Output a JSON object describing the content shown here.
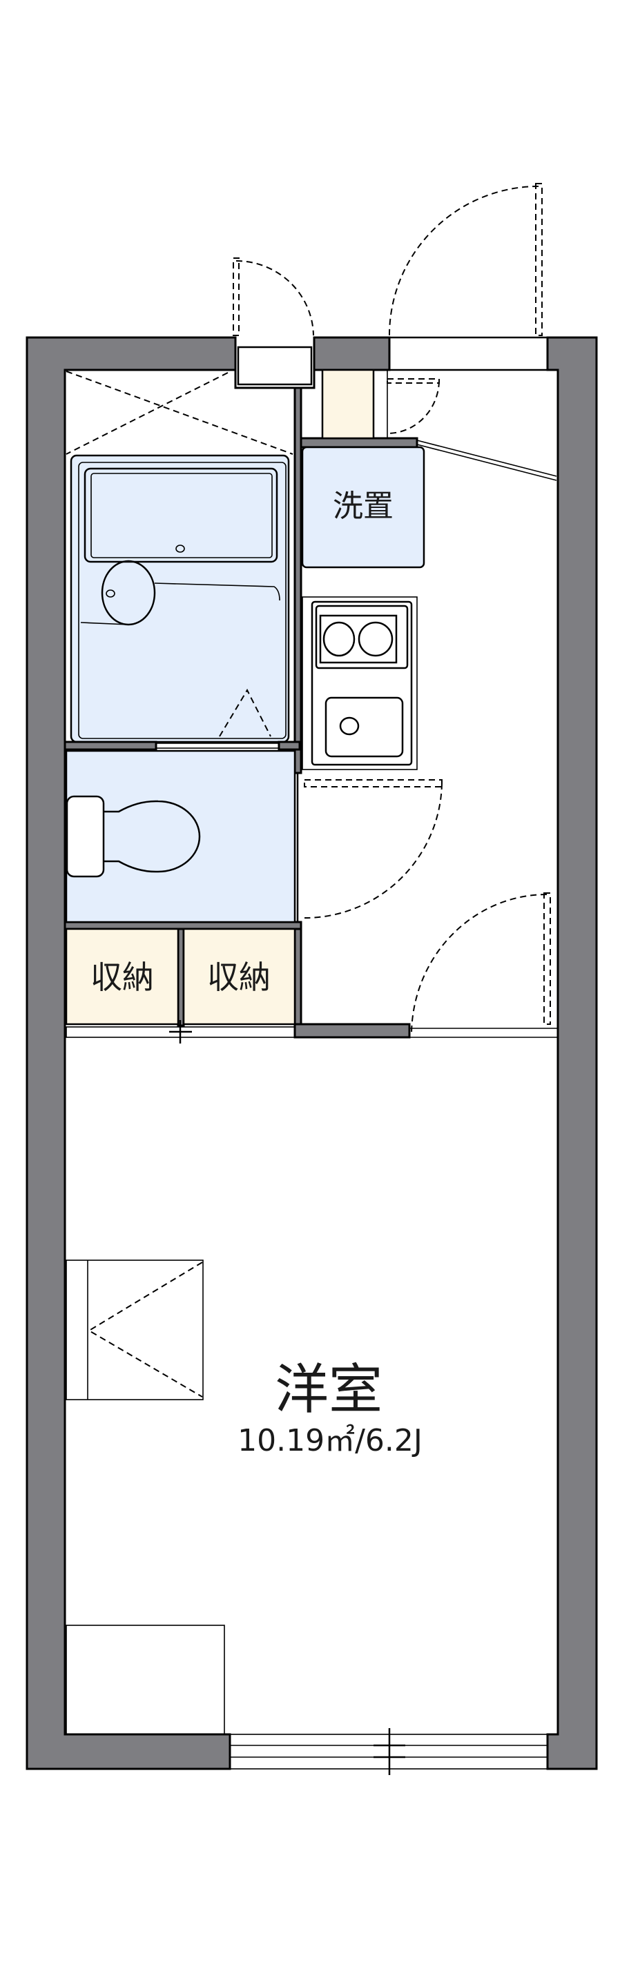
{
  "floorplan": {
    "rooms": {
      "washer": "洗置",
      "storage_1": "収納",
      "storage_2": "収納",
      "western_room": "洋室",
      "western_room_size": "10.19㎡/6.2J"
    },
    "colors": {
      "wall": "#7e7e82",
      "wet_area": "#e4eefc",
      "storage": "#fdf6e4"
    }
  }
}
